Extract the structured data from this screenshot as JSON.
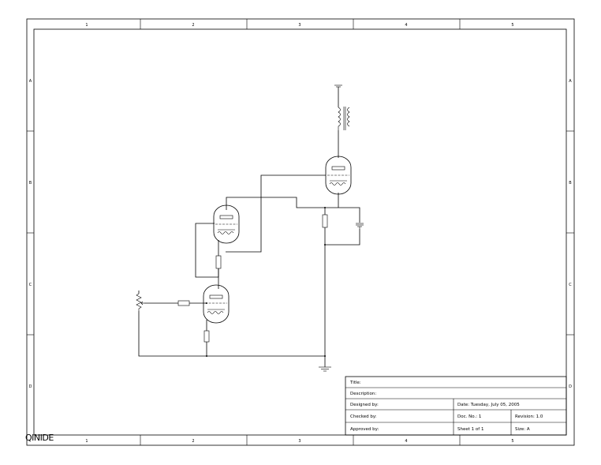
{
  "sheet": {
    "column_labels": [
      "1",
      "2",
      "3",
      "4",
      "5"
    ],
    "row_labels": [
      "A",
      "B",
      "C",
      "D"
    ]
  },
  "title_block": {
    "title": "Title:",
    "description": "Description:",
    "designed_by": "Designed by:",
    "date": "Date: Tuesday, July 05, 2005",
    "checked_by": "Checked by:",
    "doc_no": "Doc. No.: 1",
    "revision": "Revision: 1.0",
    "approved_by": "Approved by:",
    "sheet": "Sheet 1 of 1",
    "size": "Size: A"
  },
  "logo_text": "QINIDE"
}
